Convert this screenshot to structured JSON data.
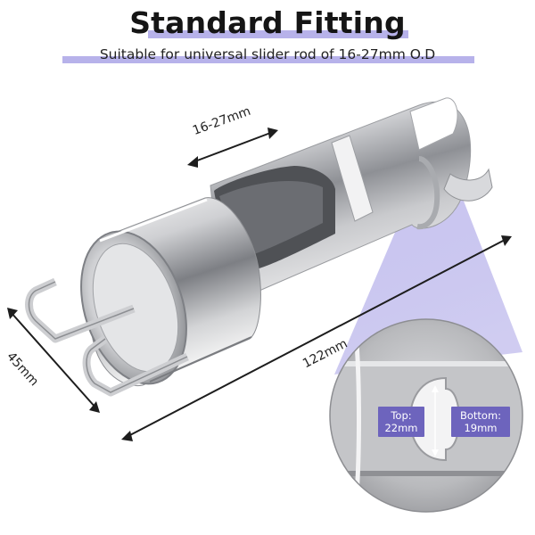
{
  "header": {
    "title": "Standard Fitting",
    "subtitle": "Suitable for universal slider rod of 16-27mm O.D"
  },
  "dimensions": {
    "rod_range": "16-27mm",
    "width": "45mm",
    "length": "122mm"
  },
  "detail": {
    "top_label": "Top:",
    "top_value": "22mm",
    "bottom_label": "Bottom:",
    "bottom_value": "19mm"
  },
  "colors": {
    "accent": "#b7b2ea",
    "badge": "#6d64bd",
    "metal": "#c9cacd"
  }
}
